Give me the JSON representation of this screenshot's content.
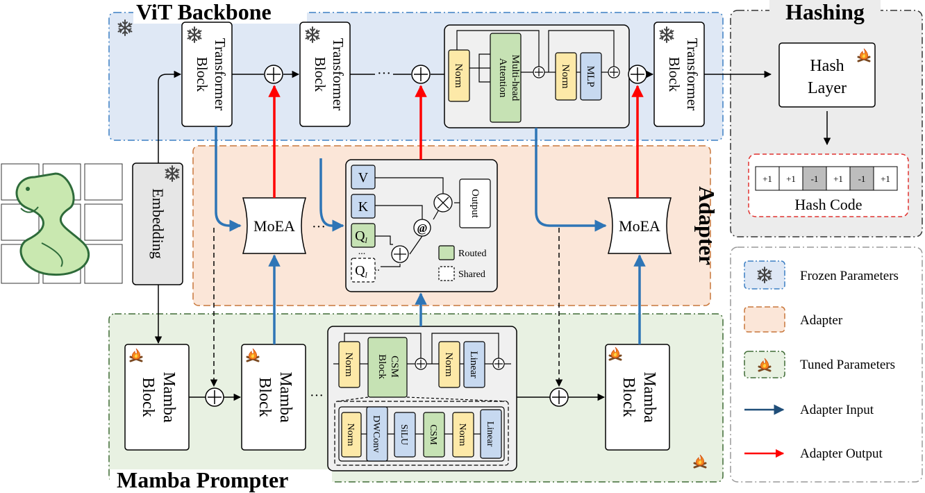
{
  "sections": {
    "vit_backbone": "ViT Backbone",
    "hashing": "Hashing",
    "adapter": "Adapter",
    "mamba_prompter": "Mamba Prompter"
  },
  "blocks": {
    "transformer_line1": "Transformer",
    "transformer_line2": "Block",
    "embedding": "Embedding",
    "mamba_line1": "Mamba",
    "mamba_line2": "Block",
    "hash_layer_line1": "Hash",
    "hash_layer_line2": "Layer",
    "hash_code": "Hash Code",
    "moea": "MoEA",
    "ellipsis": "···"
  },
  "transformer_detail": {
    "norm": "Norm",
    "attention_line1": "Multi-head",
    "attention_line2": "Attention",
    "mlp": "MLP"
  },
  "moea_detail": {
    "v": "V",
    "k": "K",
    "q": "Q",
    "q_sub": "l",
    "output": "Output",
    "at": "@",
    "routed": "Routed",
    "shared": "Shared",
    "dots": "..."
  },
  "mamba_detail": {
    "norm": "Norm",
    "csm_block_line1": "CSM",
    "csm_block_line2": "Block",
    "linear": "Linear",
    "dwconv": "DWConv",
    "silu": "SiLU",
    "csm": "CSM"
  },
  "hash_bits": [
    "+1",
    "+1",
    "-1",
    "+1",
    "-1",
    "+1"
  ],
  "legend": [
    {
      "key": "frozen",
      "label": "Frozen Parameters"
    },
    {
      "key": "adapter",
      "label": "Adapter"
    },
    {
      "key": "tuned",
      "label": "Tuned Parameters"
    },
    {
      "key": "adapter_input",
      "label": "Adapter Input"
    },
    {
      "key": "adapter_output",
      "label": "Adapter Output"
    }
  ],
  "colors": {
    "vit_bg": "#dfe8f5",
    "vit_border": "#3b7fc4",
    "adapter_bg": "#fbe6d8",
    "adapter_border": "#c8773a",
    "mamba_bg": "#e8f1e2",
    "mamba_border": "#3f6b35",
    "hashing_bg": "#ececec",
    "norm_fill": "#fde9a8",
    "green_fill": "#c6e2b4",
    "blue_fill": "#c7d9f0",
    "arrow_blue": "#2e75b6",
    "arrow_red": "#ff0000",
    "hash_neg": "#bdbdbd",
    "hash_code_border": "#e0312f"
  },
  "icons": {
    "frozen": "snowflake-icon",
    "tuned": "campfire-icon",
    "input_image": "snake-puzzle-image"
  }
}
